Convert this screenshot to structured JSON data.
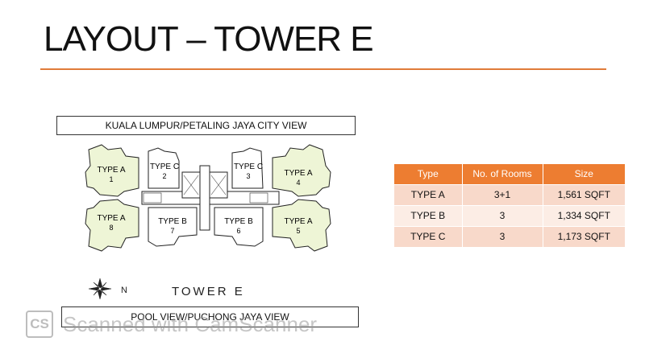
{
  "slide": {
    "title": "LAYOUT – TOWER E"
  },
  "plan": {
    "top_view": "KUALA LUMPUR/PETALING JAYA CITY VIEW",
    "bottom_view": "POOL VIEW/PUCHONG JAYA VIEW",
    "tower_label": "TOWER E",
    "compass_letter": "N",
    "units": [
      {
        "type": "TYPE A",
        "num": "1"
      },
      {
        "type": "TYPE C",
        "num": "2"
      },
      {
        "type": "TYPE C",
        "num": "3"
      },
      {
        "type": "TYPE A",
        "num": "4"
      },
      {
        "type": "TYPE A",
        "num": "8"
      },
      {
        "type": "TYPE B",
        "num": "7"
      },
      {
        "type": "TYPE B",
        "num": "6"
      },
      {
        "type": "TYPE A",
        "num": "5"
      }
    ]
  },
  "table": {
    "headers": [
      "Type",
      "No. of Rooms",
      "Size"
    ],
    "rows": [
      [
        "TYPE A",
        "3+1",
        "1,561 SQFT"
      ],
      [
        "TYPE B",
        "3",
        "1,334 SQFT"
      ],
      [
        "TYPE C",
        "3",
        "1,173 SQFT"
      ]
    ]
  },
  "watermark": {
    "badge": "CS",
    "text": "Scanned with CamScanner"
  },
  "colors": {
    "accent": "#ed7d31",
    "row_dark": "#f8d9ca",
    "row_light": "#fcede5",
    "unit_a_fill": "#eef5d6"
  }
}
